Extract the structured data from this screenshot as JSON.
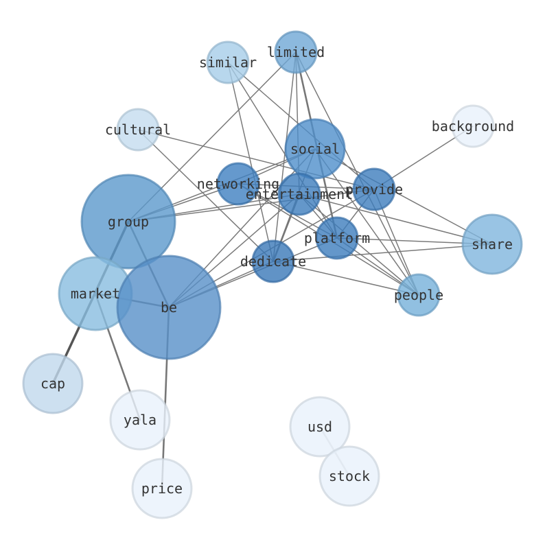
{
  "diagram": {
    "type": "network",
    "nodes": [
      {
        "id": "limited",
        "label": "limited",
        "weight": 0.55,
        "color": "#6fa8d6"
      },
      {
        "id": "similar",
        "label": "similar",
        "weight": 0.4,
        "color": "#a6cde8"
      },
      {
        "id": "cultural",
        "label": "cultural",
        "weight": 0.3,
        "color": "#c4dcef"
      },
      {
        "id": "background",
        "label": "background",
        "weight": 0.1,
        "color": "#e8f1fb"
      },
      {
        "id": "social",
        "label": "social",
        "weight": 0.75,
        "color": "#4f8fcb"
      },
      {
        "id": "networking",
        "label": "networking",
        "weight": 0.8,
        "color": "#3f7fc0"
      },
      {
        "id": "entertainment",
        "label": "entertainment",
        "weight": 0.85,
        "color": "#3d7dbd"
      },
      {
        "id": "provide",
        "label": "provide",
        "weight": 0.85,
        "color": "#3d7dbd"
      },
      {
        "id": "group",
        "label": "group",
        "weight": 0.7,
        "color": "#5b98cc"
      },
      {
        "id": "platform",
        "label": "platform",
        "weight": 0.85,
        "color": "#3d7dbd"
      },
      {
        "id": "share",
        "label": "share",
        "weight": 0.5,
        "color": "#7fb5dd"
      },
      {
        "id": "market",
        "label": "market",
        "weight": 0.45,
        "color": "#88bde0"
      },
      {
        "id": "dedicate",
        "label": "dedicate",
        "weight": 0.9,
        "color": "#3a78b8"
      },
      {
        "id": "be",
        "label": "be",
        "weight": 0.7,
        "color": "#5890c8"
      },
      {
        "id": "people",
        "label": "people",
        "weight": 0.5,
        "color": "#76b0da"
      },
      {
        "id": "cap",
        "label": "cap",
        "weight": 0.25,
        "color": "#c0d8ec"
      },
      {
        "id": "yala",
        "label": "yala",
        "weight": 0.1,
        "color": "#e8f1fb"
      },
      {
        "id": "usd",
        "label": "usd",
        "weight": 0.1,
        "color": "#e8f1fb"
      },
      {
        "id": "stock",
        "label": "stock",
        "weight": 0.1,
        "color": "#e8f1fb"
      },
      {
        "id": "price",
        "label": "price",
        "weight": 0.1,
        "color": "#e8f1fb"
      }
    ],
    "edges": [
      {
        "source": "limited",
        "target": "group",
        "weight": 1
      },
      {
        "source": "limited",
        "target": "dedicate",
        "weight": 1
      },
      {
        "source": "limited",
        "target": "entertainment",
        "weight": 1
      },
      {
        "source": "limited",
        "target": "platform",
        "weight": 2
      },
      {
        "source": "limited",
        "target": "people",
        "weight": 1
      },
      {
        "source": "similar",
        "target": "dedicate",
        "weight": 1
      },
      {
        "source": "similar",
        "target": "provide",
        "weight": 1
      },
      {
        "source": "similar",
        "target": "platform",
        "weight": 1
      },
      {
        "source": "cultural",
        "target": "dedicate",
        "weight": 1
      },
      {
        "source": "cultural",
        "target": "provide",
        "weight": 1
      },
      {
        "source": "background",
        "target": "provide",
        "weight": 1
      },
      {
        "source": "social",
        "target": "group",
        "weight": 1
      },
      {
        "source": "social",
        "target": "be",
        "weight": 1
      },
      {
        "source": "social",
        "target": "dedicate",
        "weight": 1
      },
      {
        "source": "social",
        "target": "networking",
        "weight": 1
      },
      {
        "source": "social",
        "target": "share",
        "weight": 1
      },
      {
        "source": "social",
        "target": "people",
        "weight": 1
      },
      {
        "source": "networking",
        "target": "group",
        "weight": 1
      },
      {
        "source": "networking",
        "target": "people",
        "weight": 1
      },
      {
        "source": "networking",
        "target": "provide",
        "weight": 1
      },
      {
        "source": "networking",
        "target": "platform",
        "weight": 1
      },
      {
        "source": "entertainment",
        "target": "group",
        "weight": 1
      },
      {
        "source": "entertainment",
        "target": "be",
        "weight": 1
      },
      {
        "source": "entertainment",
        "target": "dedicate",
        "weight": 2
      },
      {
        "source": "entertainment",
        "target": "share",
        "weight": 1
      },
      {
        "source": "entertainment",
        "target": "people",
        "weight": 1
      },
      {
        "source": "entertainment",
        "target": "platform",
        "weight": 1
      },
      {
        "source": "provide",
        "target": "be",
        "weight": 1
      },
      {
        "source": "provide",
        "target": "platform",
        "weight": 1
      },
      {
        "source": "provide",
        "target": "people",
        "weight": 1
      },
      {
        "source": "provide",
        "target": "group",
        "weight": 1
      },
      {
        "source": "platform",
        "target": "be",
        "weight": 1
      },
      {
        "source": "platform",
        "target": "share",
        "weight": 1
      },
      {
        "source": "platform",
        "target": "people",
        "weight": 1
      },
      {
        "source": "dedicate",
        "target": "be",
        "weight": 1
      },
      {
        "source": "dedicate",
        "target": "share",
        "weight": 1
      },
      {
        "source": "dedicate",
        "target": "people",
        "weight": 1
      },
      {
        "source": "group",
        "target": "be",
        "weight": 2
      },
      {
        "source": "group",
        "target": "cap",
        "weight": 3
      },
      {
        "source": "market",
        "target": "be",
        "weight": 2
      },
      {
        "source": "market",
        "target": "yala",
        "weight": 2
      },
      {
        "source": "be",
        "target": "price",
        "weight": 2
      },
      {
        "source": "usd",
        "target": "stock",
        "weight": 2
      }
    ]
  }
}
